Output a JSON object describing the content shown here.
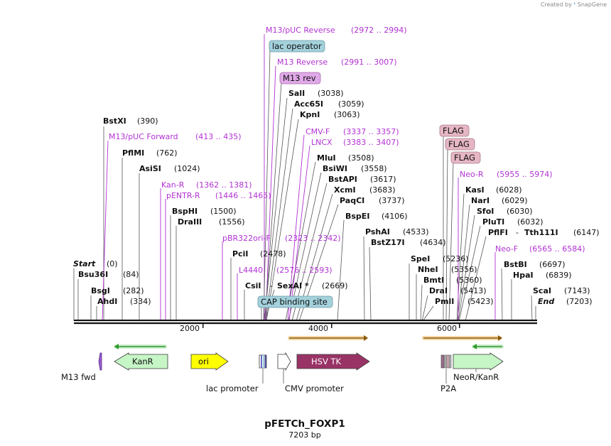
{
  "credit": {
    "prefix": "Created by",
    "brand": "SnapGene"
  },
  "plasmid": {
    "name": "pFETCh_FOXP1",
    "length_label": "7203 bp"
  },
  "ruler": {
    "ticks": [
      2000,
      4000,
      6000
    ]
  },
  "restriction_sites": [
    {
      "name": "Start",
      "pos": "(0)",
      "italic": true
    },
    {
      "name": "Bsu36I",
      "pos": "(84)"
    },
    {
      "name": "BsgI",
      "pos": "(282)"
    },
    {
      "name": "AhdI",
      "pos": "(334)"
    },
    {
      "name": "BstXI",
      "pos": "(390)"
    },
    {
      "name": "PflMI",
      "pos": "(762)"
    },
    {
      "name": "AsiSI",
      "pos": "(1024)"
    },
    {
      "name": "BspHI",
      "pos": "(1500)"
    },
    {
      "name": "DraIII",
      "pos": "(1556)"
    },
    {
      "name": "PciI",
      "pos": "(2478)"
    },
    {
      "name": "CsiI",
      "pos": ""
    },
    {
      "name": "SexAI *",
      "pos": "(2669)"
    },
    {
      "name": "SalI",
      "pos": "(3038)"
    },
    {
      "name": "Acc65I",
      "pos": "(3059)"
    },
    {
      "name": "KpnI",
      "pos": "(3063)"
    },
    {
      "name": "MluI",
      "pos": "(3508)"
    },
    {
      "name": "BsiWI",
      "pos": "(3558)"
    },
    {
      "name": "BstAPI",
      "pos": "(3617)"
    },
    {
      "name": "XcmI",
      "pos": "(3683)"
    },
    {
      "name": "PaqCI",
      "pos": "(3737)"
    },
    {
      "name": "BspEI",
      "pos": "(4106)"
    },
    {
      "name": "PshAI",
      "pos": "(4533)"
    },
    {
      "name": "BstZ17I",
      "pos": "(4634)"
    },
    {
      "name": "SpeI",
      "pos": "(5236)"
    },
    {
      "name": "NheI",
      "pos": "(5356)"
    },
    {
      "name": "BmtI",
      "pos": "(5360)"
    },
    {
      "name": "DraI",
      "pos": "(5413)"
    },
    {
      "name": "PmlI",
      "pos": "(5423)"
    },
    {
      "name": "KasI",
      "pos": "(6028)"
    },
    {
      "name": "NarI",
      "pos": "(6029)"
    },
    {
      "name": "SfoI",
      "pos": "(6030)"
    },
    {
      "name": "PluTI",
      "pos": "(6032)"
    },
    {
      "name": "PflFI",
      "pos": ""
    },
    {
      "name": "Tth111I",
      "pos": "(6147)"
    },
    {
      "name": "BstBI",
      "pos": "(6697)"
    },
    {
      "name": "HpaI",
      "pos": "(6839)"
    },
    {
      "name": "ScaI",
      "pos": "(7143)"
    },
    {
      "name": "End",
      "pos": "(7203)",
      "italic": true
    }
  ],
  "primers": [
    {
      "name": "M13/pUC Reverse",
      "pos": "(2972 .. 2994)"
    },
    {
      "name": "M13 Reverse",
      "pos": "(2991 .. 3007)"
    },
    {
      "name": "M13/pUC Forward",
      "pos": "(413 .. 435)"
    },
    {
      "name": "CMV-F",
      "pos": "(3337 .. 3357)"
    },
    {
      "name": "LNCX",
      "pos": "(3383 .. 3407)"
    },
    {
      "name": "Kan-R",
      "pos": "(1362 .. 1381)"
    },
    {
      "name": "pENTR-R",
      "pos": "(1446 .. 1465)"
    },
    {
      "name": "pBR322ori-F",
      "pos": "(2323 .. 2342)"
    },
    {
      "name": "L4440",
      "pos": "(2576 .. 2593)"
    },
    {
      "name": "Neo-R",
      "pos": "(5955 .. 5974)"
    },
    {
      "name": "Neo-F",
      "pos": "(6565 .. 6584)"
    }
  ],
  "boxed_features": [
    {
      "name": "lac operator",
      "fill": "#a3d1dc"
    },
    {
      "name": "M13 rev",
      "fill": "#e0a9e8"
    },
    {
      "name": "FLAG",
      "fill": "#e6b6c4"
    },
    {
      "name": "FLAG",
      "fill": "#e6b6c4"
    },
    {
      "name": "FLAG",
      "fill": "#e6b6c4"
    },
    {
      "name": "CAP binding site",
      "fill": "#a3d1dc"
    }
  ],
  "features": [
    {
      "name": "KanR",
      "fill": "#c6f5c6"
    },
    {
      "name": "ori",
      "fill": "#ffff00"
    },
    {
      "name": "HSV TK",
      "fill": "#993366"
    }
  ],
  "feature_labels": [
    {
      "text": "M13 fwd"
    },
    {
      "text": "lac promoter"
    },
    {
      "text": "CMV promoter"
    },
    {
      "text": "P2A"
    },
    {
      "text": "NeoR/KanR"
    }
  ],
  "colors": {
    "primer": "#b232d3",
    "backbone": "#111111",
    "orf_arrow": "#e6a63a",
    "green_arrow": "#2b9a2b"
  }
}
